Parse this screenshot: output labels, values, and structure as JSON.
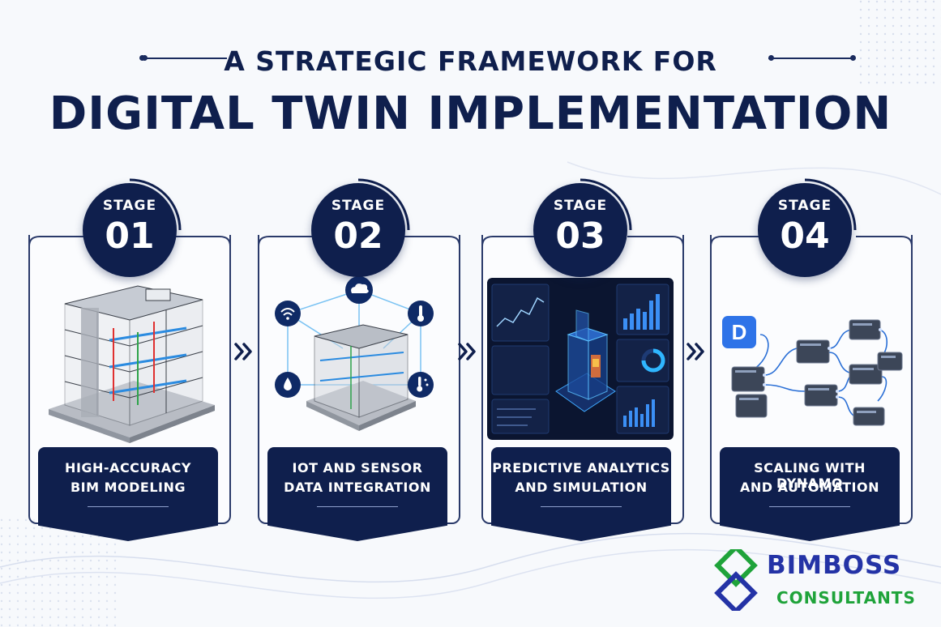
{
  "header": {
    "line1": "A STRATEGIC FRAMEWORK FOR",
    "line2": "DIGITAL TWIN IMPLEMENTATION"
  },
  "stage_label": "STAGE",
  "stages": [
    {
      "number": "01",
      "caption_line1": "HIGH-ACCURACY",
      "caption_line2": "BIM MODELING",
      "visual": "building-model"
    },
    {
      "number": "02",
      "caption_line1": "IOT AND SENSOR",
      "caption_line2": "DATA INTEGRATION",
      "visual": "sensor-network"
    },
    {
      "number": "03",
      "caption_line1": "PREDICTIVE ANALYTICS",
      "caption_line2": "AND SIMULATION",
      "visual": "analytics-dashboard"
    },
    {
      "number": "04",
      "caption_line1": "SCALING WITH DYNAMO",
      "caption_line2": "AND AUTOMATION",
      "visual": "dynamo-node-graph"
    }
  ],
  "sensor_icons": [
    "wifi-icon",
    "cloud-icon",
    "thermometer-icon",
    "water-drop-icon",
    "humidity-icon"
  ],
  "dynamo_badge": "D",
  "logo": {
    "name": "BIMBOSS",
    "sub": "CONSULTANTS"
  },
  "colors": {
    "navy": "#0f1f4d",
    "accent_blue": "#2433a6",
    "accent_green": "#1fa33a",
    "background": "#f7f9fc"
  }
}
